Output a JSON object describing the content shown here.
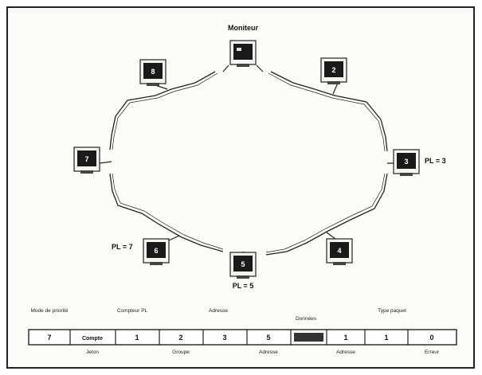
{
  "diagram": {
    "title_label": "Moniteur",
    "stations": [
      {
        "id": "top",
        "number": "",
        "tag": ""
      },
      {
        "id": "upper-left",
        "number": "8",
        "tag": ""
      },
      {
        "id": "upper-right",
        "number": "2",
        "tag": ""
      },
      {
        "id": "left",
        "number": "7",
        "tag": ""
      },
      {
        "id": "right",
        "number": "3",
        "tag": ""
      },
      {
        "id": "lower-left",
        "number": "6",
        "tag": ""
      },
      {
        "id": "bottom",
        "number": "5",
        "tag": ""
      },
      {
        "id": "lower-right",
        "number": "4",
        "tag": ""
      }
    ],
    "annotations": {
      "right": "PL = 3",
      "lower_left": "PL = 7",
      "bottom": "PL = 5"
    },
    "frame": {
      "top_captions": [
        "Mode de priorité",
        "Compteur PL",
        "Adresse",
        "Données",
        "Type paquet"
      ],
      "cells": [
        "7",
        "Compte",
        "1",
        "2",
        "3",
        "5",
        "",
        "1",
        "1",
        "0"
      ],
      "bottom_captions": [
        "Jeton",
        "Groupe",
        "Adresse",
        "Adresse",
        "Erreur"
      ]
    }
  },
  "colors": {
    "ink": "#111111",
    "paper": "#fbfbf8",
    "screen": "#1a1a1a"
  }
}
